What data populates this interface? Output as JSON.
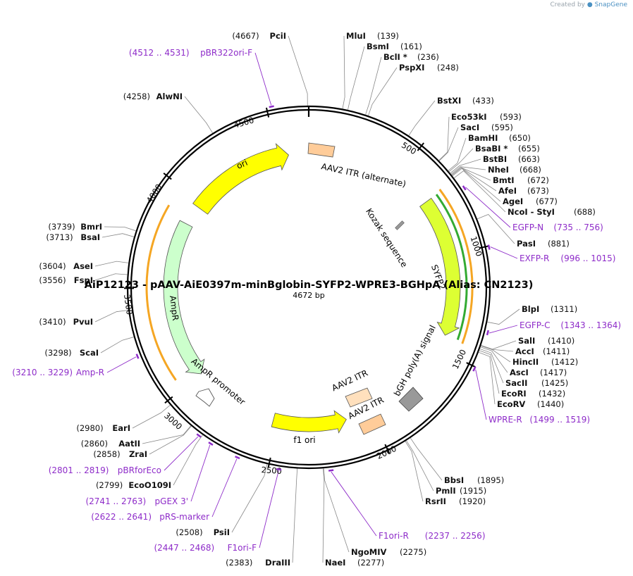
{
  "branding": {
    "created_by": "Created by",
    "product": "SnapGene"
  },
  "plasmid": {
    "name": "AiP12123 - pAAV-AiE0397m-minBglobin-SYFP2-WPRE3-BGHpA (Alias: CN2123)",
    "size_label": "4672 bp",
    "length": 4672
  },
  "ticks": [
    {
      "bp": 500,
      "label": "500"
    },
    {
      "bp": 1000,
      "label": "1000"
    },
    {
      "bp": 1500,
      "label": "1500"
    },
    {
      "bp": 2000,
      "label": "2000"
    },
    {
      "bp": 2500,
      "label": "2500"
    },
    {
      "bp": 3000,
      "label": "3000"
    },
    {
      "bp": 3500,
      "label": "3500"
    },
    {
      "bp": 4000,
      "label": "4000"
    },
    {
      "bp": 4500,
      "label": "4500"
    }
  ],
  "enzymes": [
    {
      "name": "PciI",
      "pos": "(4667)"
    },
    {
      "name": "MluI",
      "pos": "(139)"
    },
    {
      "name": "BsmI",
      "pos": "(161)"
    },
    {
      "name": "BclI *",
      "pos": "(236)"
    },
    {
      "name": "PspXI",
      "pos": "(248)"
    },
    {
      "name": "BstXI",
      "pos": "(433)"
    },
    {
      "name": "Eco53kI",
      "pos": "(593)"
    },
    {
      "name": "SacI",
      "pos": "(595)"
    },
    {
      "name": "BamHI",
      "pos": "(650)"
    },
    {
      "name": "BsaBI *",
      "pos": "(655)"
    },
    {
      "name": "BstBI",
      "pos": "(663)"
    },
    {
      "name": "NheI",
      "pos": "(668)"
    },
    {
      "name": "BmtI",
      "pos": "(672)"
    },
    {
      "name": "AfeI",
      "pos": "(673)"
    },
    {
      "name": "AgeI",
      "pos": "(677)"
    },
    {
      "name": "NcoI - StyI",
      "pos": "(688)"
    },
    {
      "name": "PasI",
      "pos": "(881)"
    },
    {
      "name": "BlpI",
      "pos": "(1311)"
    },
    {
      "name": "SalI",
      "pos": "(1410)"
    },
    {
      "name": "AccI",
      "pos": "(1411)"
    },
    {
      "name": "HincII",
      "pos": "(1412)"
    },
    {
      "name": "AscI",
      "pos": "(1417)"
    },
    {
      "name": "SacII",
      "pos": "(1425)"
    },
    {
      "name": "EcoRI",
      "pos": "(1432)"
    },
    {
      "name": "EcoRV",
      "pos": "(1440)"
    },
    {
      "name": "BbsI",
      "pos": "(1895)"
    },
    {
      "name": "PmlI",
      "pos": "(1915)"
    },
    {
      "name": "RsrII",
      "pos": "(1920)"
    },
    {
      "name": "NgoMIV",
      "pos": "(2275)"
    },
    {
      "name": "NaeI",
      "pos": "(2277)"
    },
    {
      "name": "DraIII",
      "pos": "(2383)"
    },
    {
      "name": "PsiI",
      "pos": "(2508)"
    },
    {
      "name": "EcoO109I",
      "pos": "(2799)"
    },
    {
      "name": "ZraI",
      "pos": "(2858)"
    },
    {
      "name": "AatII",
      "pos": "(2860)"
    },
    {
      "name": "EarI",
      "pos": "(2980)"
    },
    {
      "name": "ScaI",
      "pos": "(3298)"
    },
    {
      "name": "PvuI",
      "pos": "(3410)"
    },
    {
      "name": "FspI",
      "pos": "(3556)"
    },
    {
      "name": "AseI",
      "pos": "(3604)"
    },
    {
      "name": "BsaI",
      "pos": "(3713)"
    },
    {
      "name": "BmrI",
      "pos": "(3739)"
    },
    {
      "name": "AlwNI",
      "pos": "(4258)"
    }
  ],
  "primers": [
    {
      "name": "pBR322ori-F",
      "range": "(4512 .. 4531)"
    },
    {
      "name": "EGFP-N",
      "range": "(735 .. 756)"
    },
    {
      "name": "EXFP-R",
      "range": "(996 .. 1015)"
    },
    {
      "name": "EGFP-C",
      "range": "(1343 .. 1364)"
    },
    {
      "name": "WPRE-R",
      "range": "(1499 .. 1519)"
    },
    {
      "name": "F1ori-R",
      "range": "(2237 .. 2256)"
    },
    {
      "name": "F1ori-F",
      "range": "(2447 .. 2468)"
    },
    {
      "name": "pRS-marker",
      "range": "(2622 .. 2641)"
    },
    {
      "name": "pGEX 3'",
      "range": "(2741 .. 2763)"
    },
    {
      "name": "pBRforEco",
      "range": "(2801 .. 2819)"
    },
    {
      "name": "Amp-R",
      "range": "(3210 .. 3229)"
    }
  ],
  "features": [
    {
      "name": "AAV2 ITR (alternate)",
      "color": "#ffcc99"
    },
    {
      "name": "Kozak sequence",
      "color": "#999999"
    },
    {
      "name": "SYFP2",
      "color": "#ddff33"
    },
    {
      "name": "bGH poly(A) signal",
      "color": "#999999"
    },
    {
      "name": "AAV2 ITR",
      "color": "#ffe0bd"
    },
    {
      "name": "AAV2 ITR",
      "color": "#ffcc99"
    },
    {
      "name": "f1 ori",
      "color": "#ffff00"
    },
    {
      "name": "AmpR promoter",
      "color": "#ffffff"
    },
    {
      "name": "AmpR",
      "color": "#ccffcc"
    },
    {
      "name": "ori",
      "color": "#ffff00"
    }
  ],
  "colors": {
    "backbone": "#000000",
    "primer": "#8e2cc9",
    "orf_orange": "#f5a623",
    "orf_green": "#33aa33"
  }
}
